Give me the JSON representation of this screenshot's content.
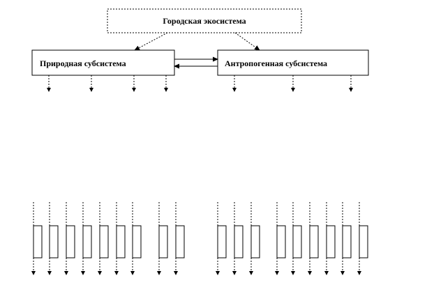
{
  "root": {
    "label": "Городская экосистема"
  },
  "left_subsystem": {
    "label": "Природная субсистема"
  },
  "right_subsystem": {
    "label": "Антропогенная субсистема"
  },
  "colors": {
    "line": "#000000",
    "background": "#ffffff"
  }
}
